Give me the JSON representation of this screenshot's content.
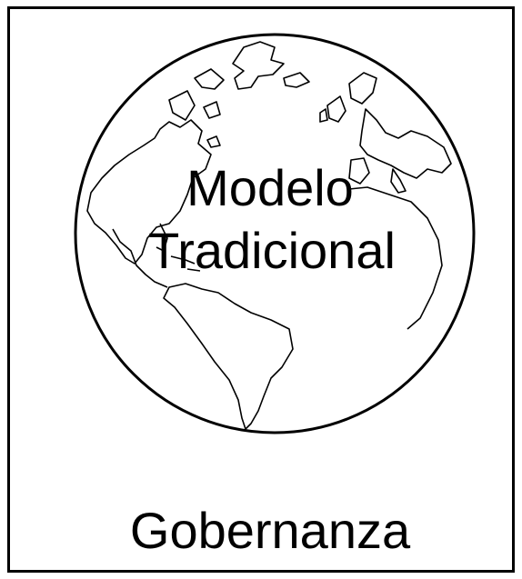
{
  "diagram": {
    "title_lines": [
      "Modelo",
      "Tradicional"
    ],
    "caption": "Gobernanza",
    "illustration": {
      "icon": "globe-icon",
      "stroke_color": "#000000",
      "fill_color": "#ffffff"
    }
  }
}
